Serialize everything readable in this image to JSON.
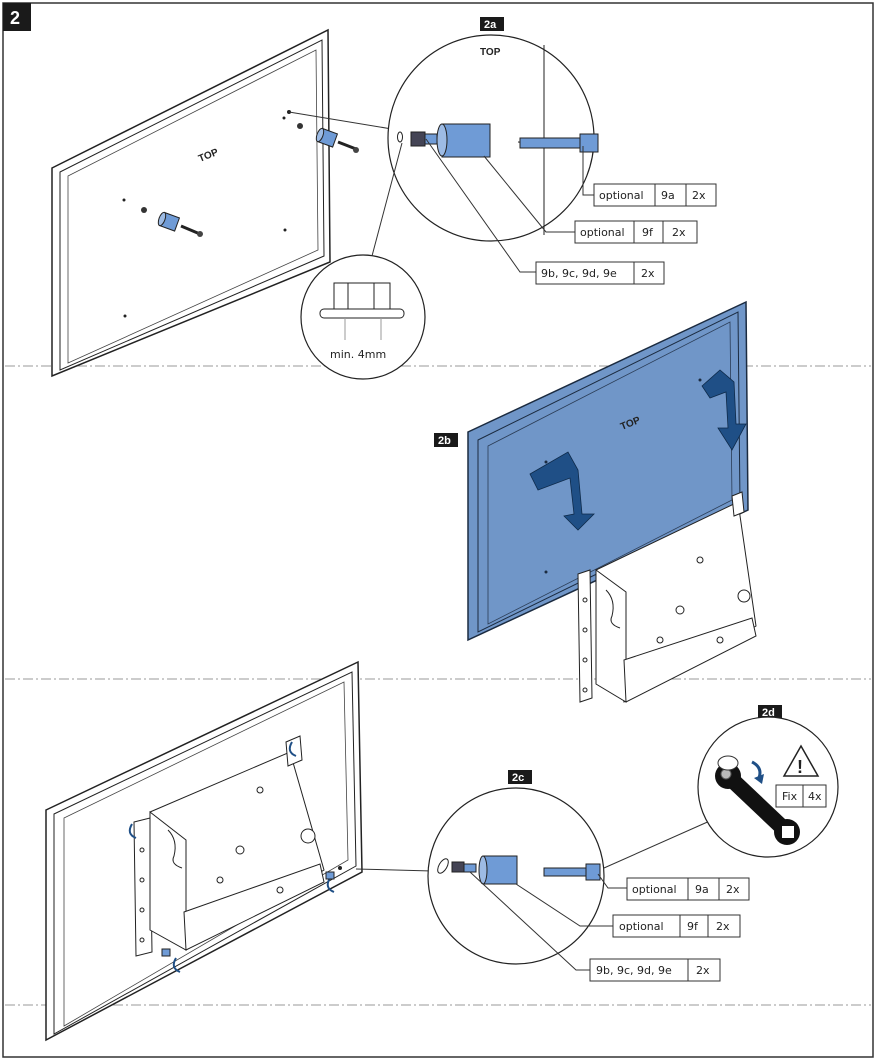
{
  "step": {
    "number": "2"
  },
  "substeps": {
    "a": "2a",
    "b": "2b",
    "c": "2c",
    "d": "2d"
  },
  "panel_2a": {
    "top_label": "TOP",
    "detail_top_label": "TOP",
    "washer_note": "min. 4mm",
    "callouts": [
      {
        "note": "optional",
        "part": "9a",
        "qty": "2x"
      },
      {
        "note": "optional",
        "part": "9f",
        "qty": "2x"
      },
      {
        "part": "9b, 9c, 9d, 9e",
        "qty": "2x"
      }
    ]
  },
  "panel_2b": {
    "top_label": "TOP"
  },
  "panel_2c": {
    "callouts": [
      {
        "note": "optional",
        "part": "9a",
        "qty": "2x"
      },
      {
        "note": "optional",
        "part": "9f",
        "qty": "2x"
      },
      {
        "part": "9b, 9c, 9d, 9e",
        "qty": "2x"
      }
    ]
  },
  "panel_2d": {
    "warning_symbol": "!",
    "fix_label": "Fix",
    "fix_qty": "4x"
  },
  "colors": {
    "screen_blue": "#7096c8",
    "arrow_blue": "#1f4f86",
    "spacer_blue": "#6f9bd6",
    "badge": "#1a1a1a"
  }
}
